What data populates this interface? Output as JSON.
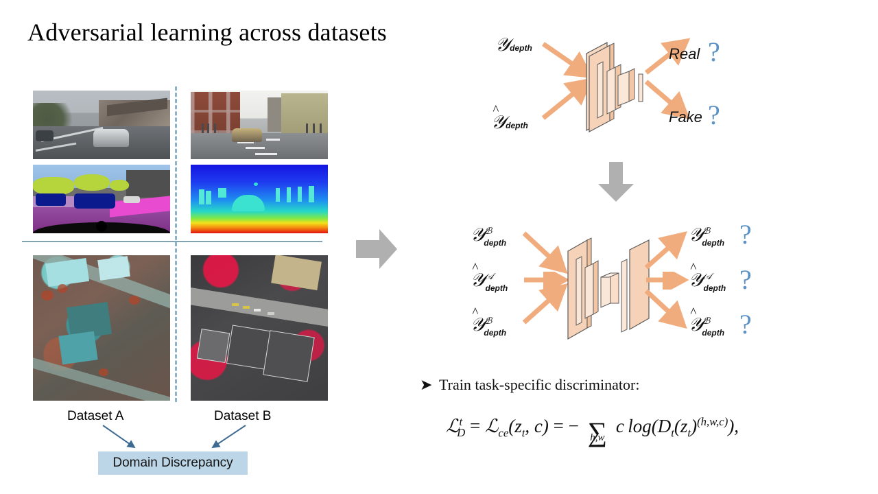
{
  "slide": {
    "title": "Adversarial learning across datasets"
  },
  "left_panel": {
    "images": [
      {
        "name": "street-scene-dataset-a",
        "caption": ""
      },
      {
        "name": "street-scene-dataset-b",
        "caption": ""
      },
      {
        "name": "semantic-segmentation-map",
        "caption": ""
      },
      {
        "name": "depth-map",
        "caption": ""
      },
      {
        "name": "aerial-image-dataset-a",
        "caption": ""
      },
      {
        "name": "aerial-image-dataset-b",
        "caption": ""
      }
    ],
    "dataset_a_label": "Dataset A",
    "dataset_b_label": "Dataset B",
    "domain_discrepancy_label": "Domain Discrepancy",
    "divider_color": "#8fb4c6",
    "box_color": "#bcd6e8"
  },
  "diagram_top": {
    "inputs": [
      {
        "symbol": "𝒴",
        "sub": "depth",
        "hat": false
      },
      {
        "symbol": "𝒴",
        "sub": "depth",
        "hat": true
      }
    ],
    "outputs": [
      {
        "label": "Real",
        "mark": "?"
      },
      {
        "label": "Fake",
        "mark": "?"
      }
    ],
    "network_name": "discriminator",
    "arrow_color": "#f3b183",
    "question_color": "#5b91c4"
  },
  "diagram_bottom": {
    "inputs": [
      {
        "sub": "depth",
        "sup": "ℬ",
        "hat": false
      },
      {
        "sub": "depth",
        "sup": "𝒜",
        "hat": true
      },
      {
        "sub": "depth",
        "sup": "ℬ",
        "hat": true
      }
    ],
    "outputs": [
      {
        "sub": "depth",
        "sup": "ℬ",
        "hat": false,
        "mark": "?"
      },
      {
        "sub": "depth",
        "sup": "𝒜",
        "hat": true,
        "mark": "?"
      },
      {
        "sub": "depth",
        "sup": "ℬ",
        "hat": true,
        "mark": "?"
      }
    ],
    "network_name": "task-specific-discriminator"
  },
  "arrows": {
    "right_block_arrow_color": "#b0b0b0",
    "down_block_arrow_color": "#b0b0b0"
  },
  "bullet": {
    "marker": "➤",
    "text": "Train task-specific discriminator:"
  },
  "formula": {
    "lhs_symbol": "ℒ",
    "lhs_sub": "D",
    "lhs_sup": "t",
    "ce_symbol": "ℒ",
    "ce_sub": "ce",
    "ce_args": "(z",
    "ce_args_sub": "t",
    "ce_args_rest": ", c)",
    "equals": "=",
    "minus": "−",
    "sigma": "∑",
    "sigma_sub": "h,w",
    "tail_c": "c",
    "tail_log": "log(D",
    "tail_log_sub": "t",
    "tail_z": "(z",
    "tail_z_sub": "t",
    "tail_close": ")",
    "tail_sup": "(h,w,c)",
    "tail_end": "),",
    "plain": "ℒᵗᴅ = ℒce(zₜ, c) = − ∑h,w c log(Dₜ(zₜ)^(h,w,c)),"
  }
}
